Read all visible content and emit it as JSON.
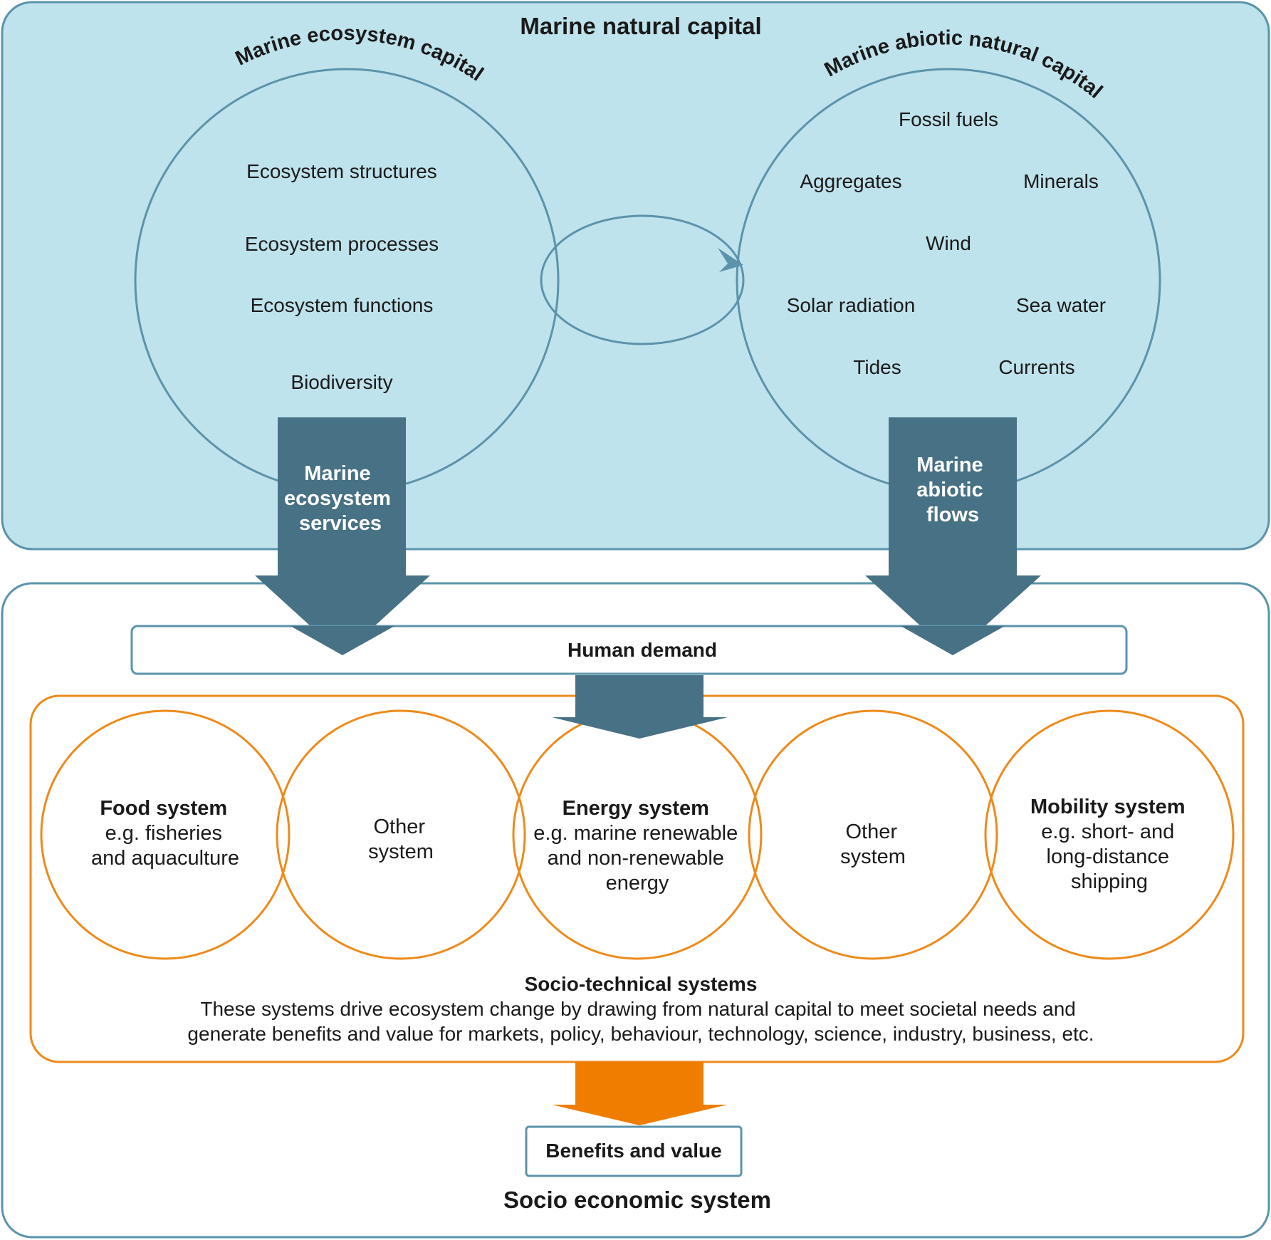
{
  "colors": {
    "natural_bg": "#bfe3ec",
    "frame_stroke": "#5b93ab",
    "arrow_dark": "#477184",
    "orange": "#ee8a1b",
    "orange_fill": "#ef7d00",
    "text": "#1a1a1a"
  },
  "natural_capital": {
    "title": "Marine natural capital",
    "ecosystem_capital": {
      "title": "Marine ecosystem capital",
      "items": [
        "Ecosystem structures",
        "Ecosystem processes",
        "Ecosystem functions",
        "Biodiversity"
      ]
    },
    "abiotic_capital": {
      "title": "Marine abiotic natural capital",
      "items": [
        "Fossil fuels",
        "Aggregates",
        "Minerals",
        "Wind",
        "Solar radiation",
        "Sea water",
        "Tides",
        "Currents"
      ]
    }
  },
  "flows": {
    "ecosystem_services": [
      "Marine",
      "ecosystem",
      "services"
    ],
    "abiotic_flows": [
      "Marine",
      "abiotic",
      "flows"
    ]
  },
  "socio_economic": {
    "title": "Socio economic system",
    "human_demand": "Human demand",
    "systems": [
      {
        "bold": "Food system",
        "lines": [
          "e.g. fisheries",
          "and aquaculture"
        ]
      },
      {
        "bold": "",
        "lines": [
          "Other",
          "system"
        ]
      },
      {
        "bold": "Energy system",
        "lines": [
          "e.g. marine renewable",
          "and non-renewable",
          "energy"
        ]
      },
      {
        "bold": "",
        "lines": [
          "Other",
          "system"
        ]
      },
      {
        "bold": "Mobility system",
        "lines": [
          "e.g. short- and",
          "long-distance",
          "shipping"
        ]
      }
    ],
    "socio_technical": {
      "title": "Socio-technical systems",
      "description": [
        "These systems drive ecosystem change by drawing from natural capital to meet societal needs and",
        "generate benefits and value for markets, policy, behaviour, technology, science, industry, business, etc."
      ]
    },
    "benefits": "Benefits and value"
  }
}
